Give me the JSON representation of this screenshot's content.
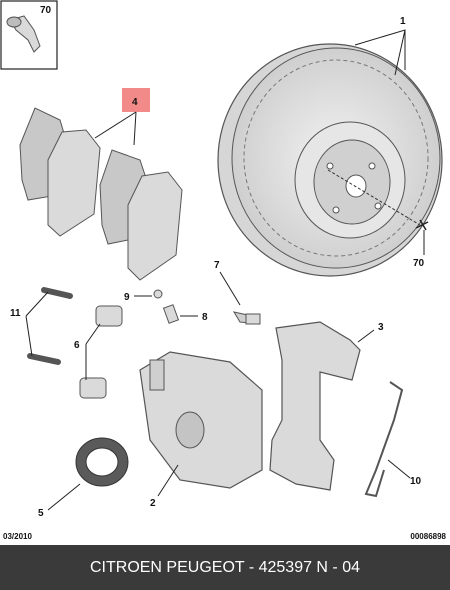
{
  "diagram": {
    "callouts": {
      "c70_box": "70",
      "c4": "4",
      "c1": "1",
      "c70_disc": "70",
      "c7": "7",
      "c9": "9",
      "c8": "8",
      "c11": "11",
      "c6": "6",
      "c3": "3",
      "c5": "5",
      "c2": "2",
      "c10": "10"
    },
    "highlight_color": "#f28a8a",
    "part_fill": "#dadada",
    "part_stroke": "#555555"
  },
  "date_code": "03/2010",
  "doc_code": "00086898",
  "footer": "CITROEN PEUGEOT - 425397     N - 04"
}
